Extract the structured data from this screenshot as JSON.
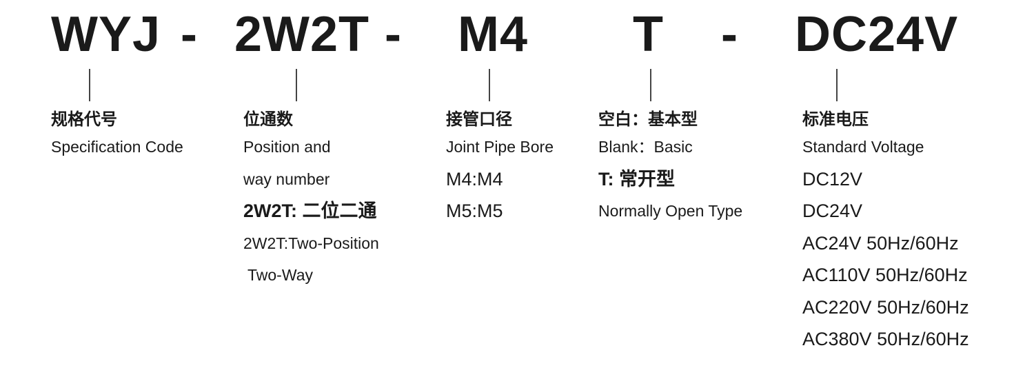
{
  "code": {
    "spec": "WYJ",
    "dash1": "-",
    "position": "2W2T",
    "dash2": "-",
    "bore": "M4",
    "type": "T",
    "dash3": "-",
    "voltage": "DC24V"
  },
  "columns": {
    "spec": {
      "cn": "规格代号",
      "lines": [
        "Specification Code"
      ]
    },
    "position": {
      "cn": "位通数",
      "lines": [
        "Position and",
        "way number",
        "2W2T: 二位二通",
        "2W2T:Two-Position",
        "Two-Way"
      ]
    },
    "bore": {
      "cn": "接管口径",
      "lines": [
        "Joint Pipe Bore",
        "M4:M4",
        "M5:M5"
      ]
    },
    "type": {
      "cn": "空白：基本型",
      "lines": [
        "Blank：Basic",
        "T: 常开型",
        "Normally Open Type"
      ]
    },
    "voltage": {
      "cn": "标准电压",
      "lines": [
        "Standard Voltage",
        "DC12V",
        "DC24V",
        "AC24V 50Hz/60Hz",
        "AC110V 50Hz/60Hz",
        "AC220V 50Hz/60Hz",
        "AC380V 50Hz/60Hz"
      ]
    }
  }
}
